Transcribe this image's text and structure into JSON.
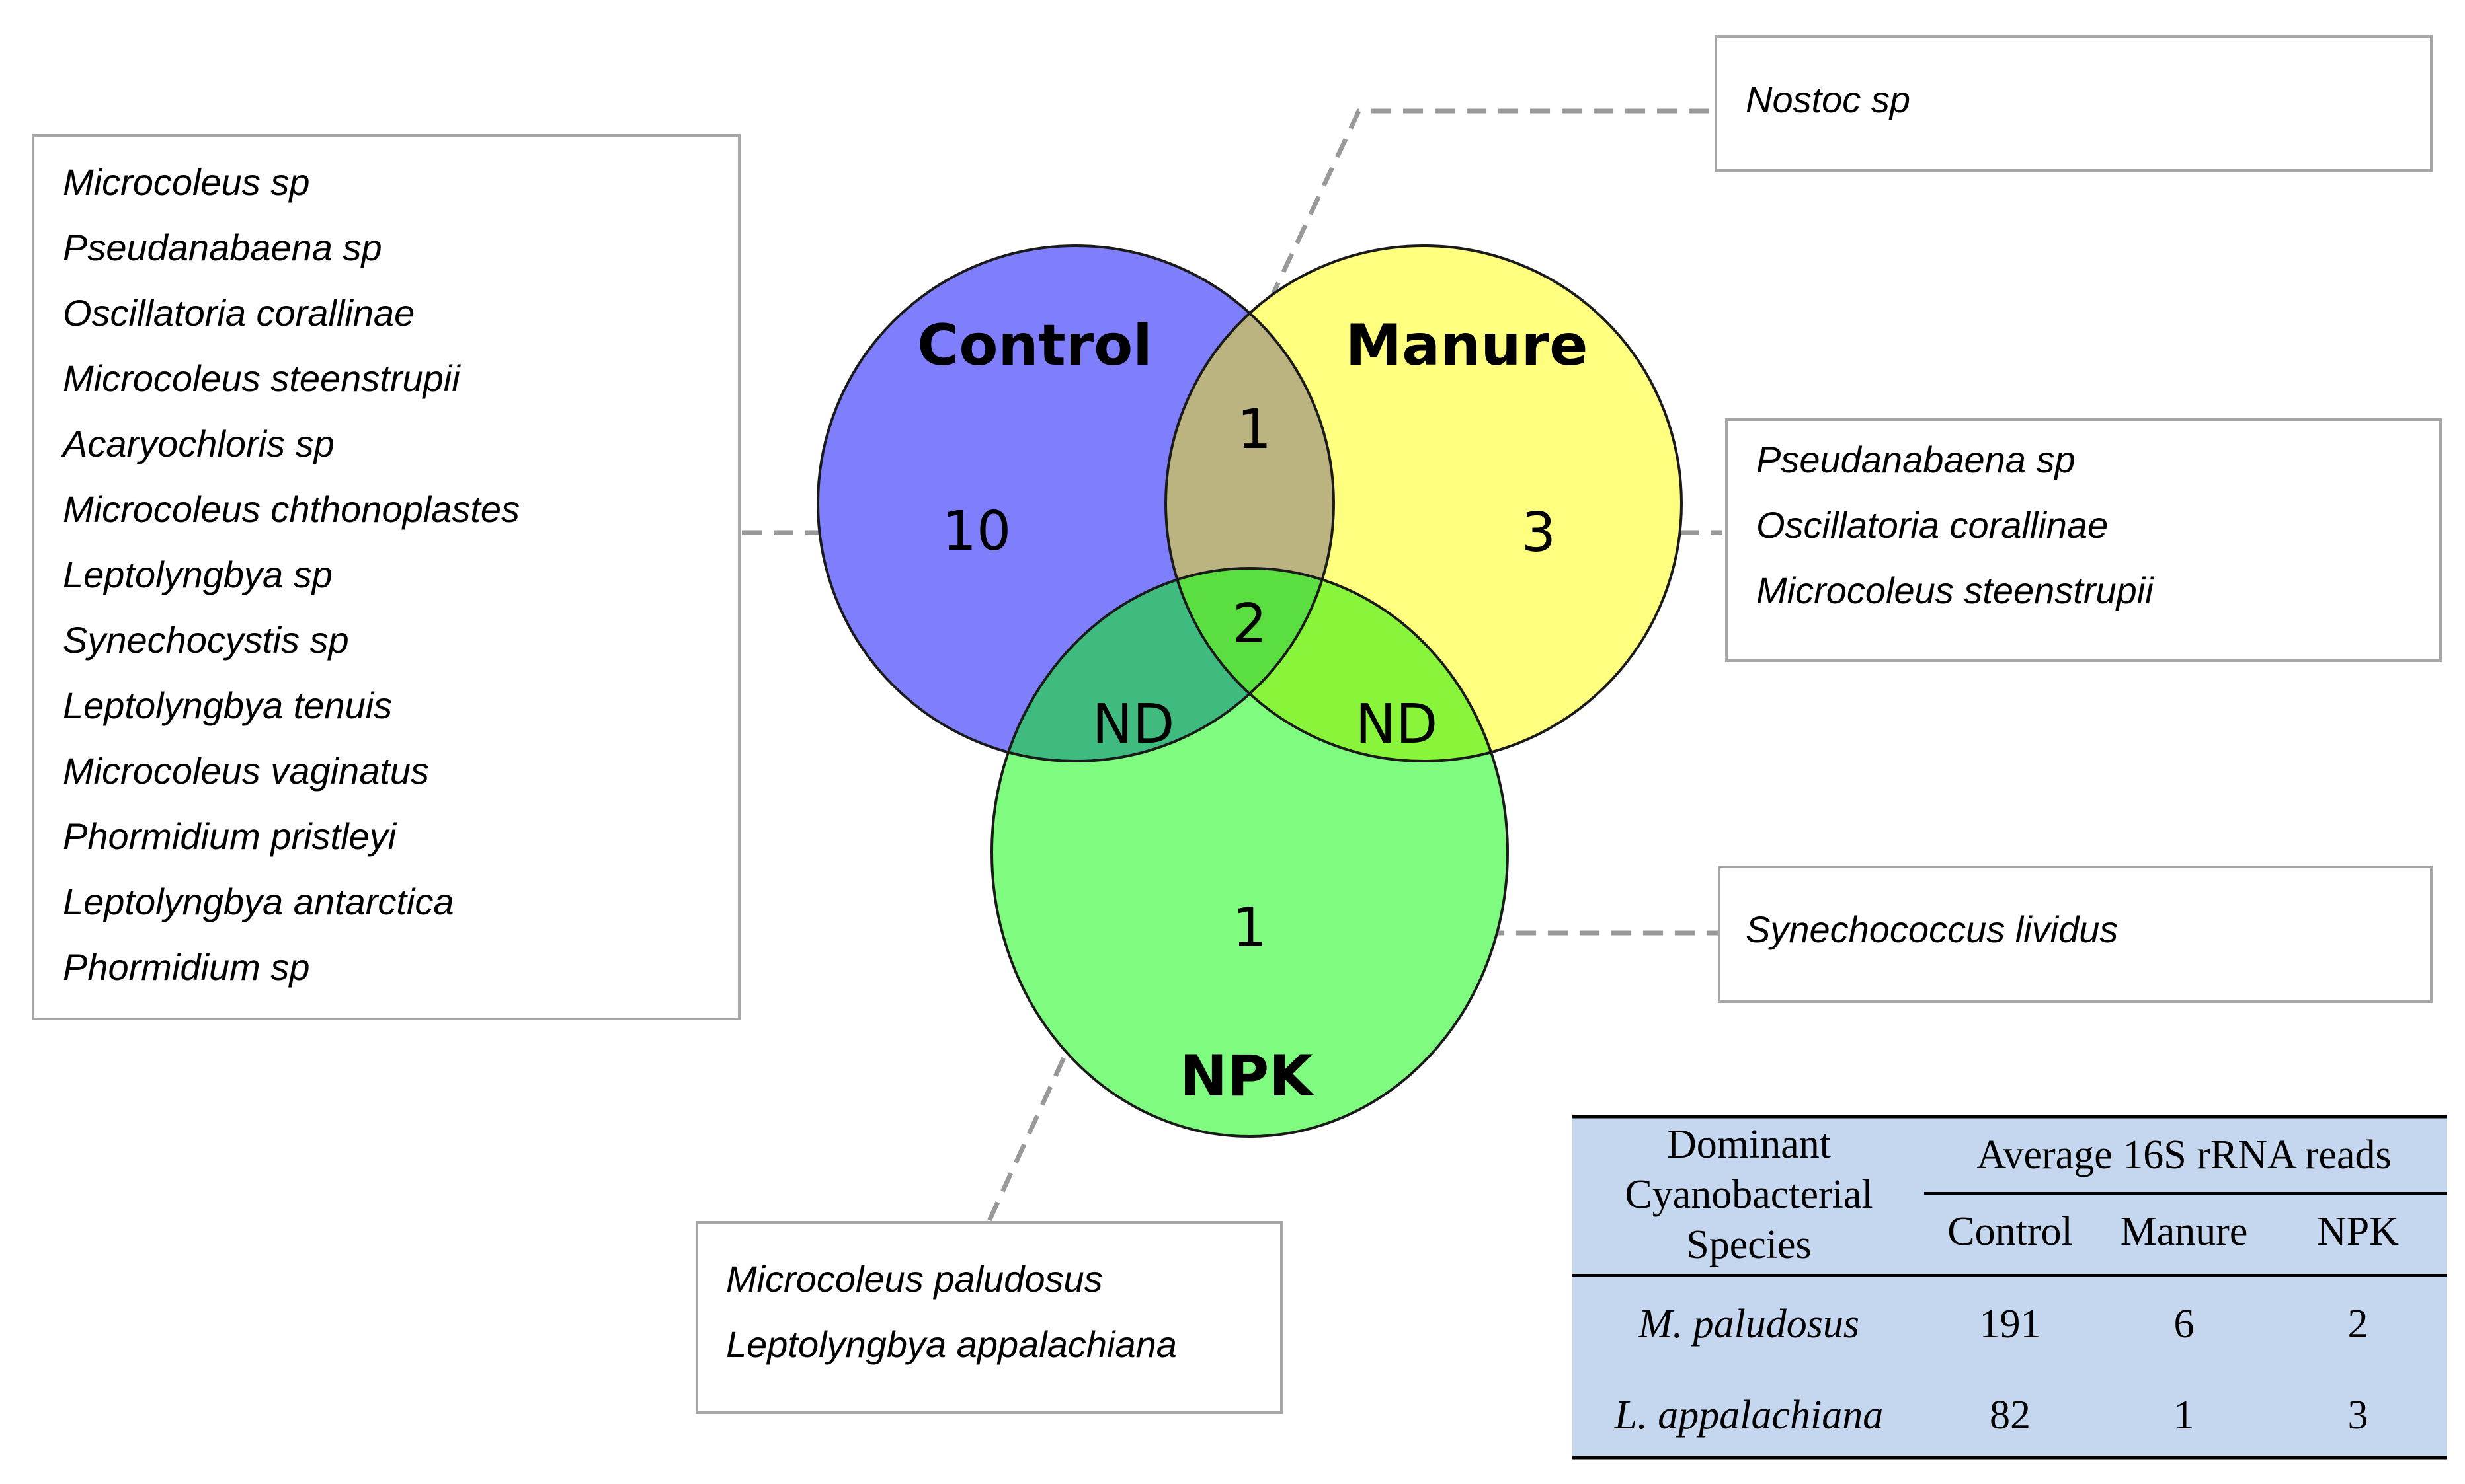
{
  "colors": {
    "control": "#7f7ffd",
    "manure": "#fefe7f",
    "npk": "#7ffc7f",
    "control_manure": "#bcb480",
    "control_npk": "#3fbb80",
    "manure_npk": "#88f53a",
    "all_three": "#5bdf40",
    "table_fill": "#c5d7ee",
    "leader": "#999999"
  },
  "circles": {
    "control": {
      "label": "Control"
    },
    "manure": {
      "label": "Manure"
    },
    "npk": {
      "label": "NPK"
    }
  },
  "regions": {
    "control_only": "10",
    "manure_only": "3",
    "npk_only": "1",
    "control_manure": "1",
    "all_three": "2",
    "control_npk": "ND",
    "manure_npk": "ND"
  },
  "boxes": {
    "control_only": [
      "Microcoleus sp",
      "Pseudanabaena sp",
      "Oscillatoria corallinae",
      "Microcoleus steenstrupii",
      "Acaryochloris sp",
      "Microcoleus chthonoplastes",
      "Leptolyngbya sp",
      "Synechocystis sp",
      "Leptolyngbya tenuis",
      "Microcoleus vaginatus",
      "Phormidium pristleyi",
      "Leptolyngbya antarctica",
      "Phormidium sp"
    ],
    "control_manure": [
      "Nostoc sp"
    ],
    "manure_only": [
      "Pseudanabaena sp",
      "Oscillatoria corallinae",
      "Microcoleus steenstrupii"
    ],
    "npk_only": [
      "Synechococcus lividus"
    ],
    "all_three": [
      "Microcoleus paludosus",
      "Leptolyngbya appalachiana"
    ]
  },
  "table": {
    "header_species_lines": [
      "Dominant",
      "Cyanobacterial",
      "Species"
    ],
    "header_group": "Average 16S rRNA reads",
    "columns": [
      "Control",
      "Manure",
      "NPK"
    ],
    "rows": [
      {
        "species": "M. paludosus",
        "values": [
          "191",
          "6",
          "2"
        ]
      },
      {
        "species": "L. appalachiana",
        "values": [
          "82",
          "1",
          "3"
        ]
      }
    ]
  }
}
